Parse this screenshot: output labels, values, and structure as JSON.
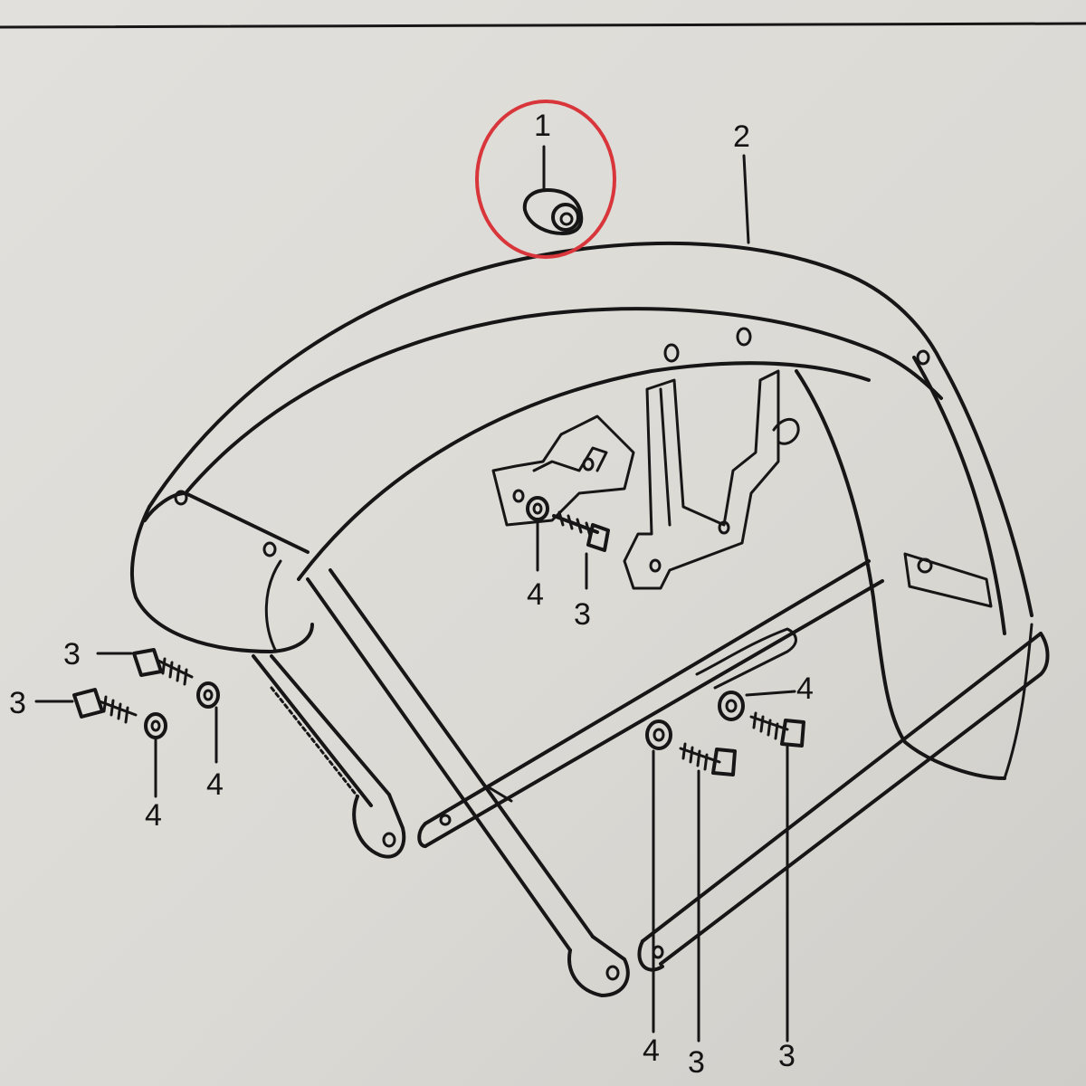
{
  "diagram": {
    "callouts": [
      {
        "id": "c1",
        "label": "1"
      },
      {
        "id": "c2",
        "label": "2"
      },
      {
        "id": "c3a",
        "label": "3"
      },
      {
        "id": "c3b",
        "label": "3"
      },
      {
        "id": "c3c",
        "label": "3"
      },
      {
        "id": "c3d",
        "label": "3"
      },
      {
        "id": "c3e",
        "label": "3"
      },
      {
        "id": "c4a",
        "label": "4"
      },
      {
        "id": "c4b",
        "label": "4"
      },
      {
        "id": "c4c",
        "label": "4"
      },
      {
        "id": "c4d",
        "label": "4"
      },
      {
        "id": "c4e",
        "label": "4"
      }
    ],
    "highlight_color": "#d8363b",
    "ink_color": "#161616"
  }
}
